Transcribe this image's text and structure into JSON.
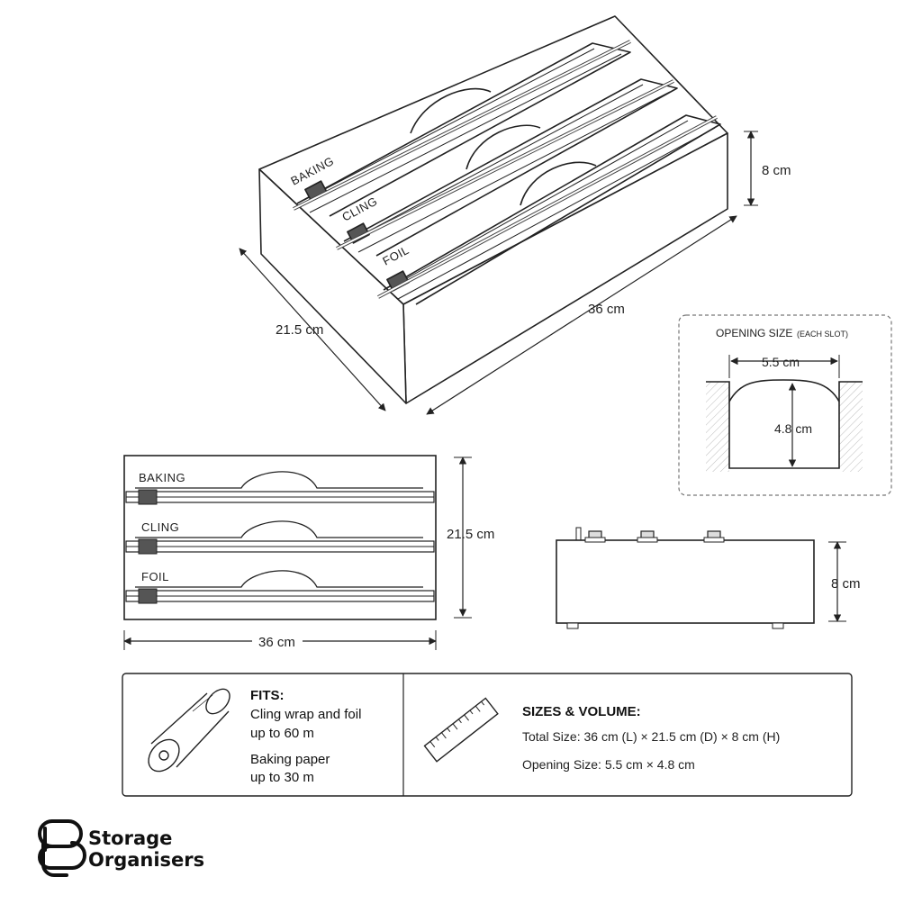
{
  "iso_view": {
    "slot_labels": [
      "BAKING",
      "CLING",
      "FOIL"
    ],
    "dim_length": "36 cm",
    "dim_depth": "21.5 cm",
    "dim_height": "8 cm"
  },
  "opening_detail": {
    "title": "OPENING SIZE",
    "title_suffix": "(EACH SLOT)",
    "width": "5.5 cm",
    "height": "4.8 cm"
  },
  "top_view": {
    "slot_labels": [
      "BAKING",
      "CLING",
      "FOIL"
    ],
    "dim_width": "36 cm",
    "dim_depth": "21.5 cm"
  },
  "front_view": {
    "dim_height": "8 cm"
  },
  "info_panel": {
    "fits": {
      "heading": "FITS:",
      "line1": "Cling wrap and foil",
      "line2": "up to 60 m",
      "line3": "Baking paper",
      "line4": "up to 30 m"
    },
    "sizes": {
      "heading": "SIZES & VOLUME:",
      "total_size": "Total Size:  36 cm (L) × 21.5 cm (D) × 8 cm (H)",
      "opening_size": "Opening Size:  5.5 cm × 4.8 cm"
    },
    "icons": [
      "roll-icon",
      "ruler-icon"
    ]
  },
  "brand": {
    "line1": "Storage",
    "line2": "Organisers",
    "icon": "storage-organisers-logo-icon"
  }
}
